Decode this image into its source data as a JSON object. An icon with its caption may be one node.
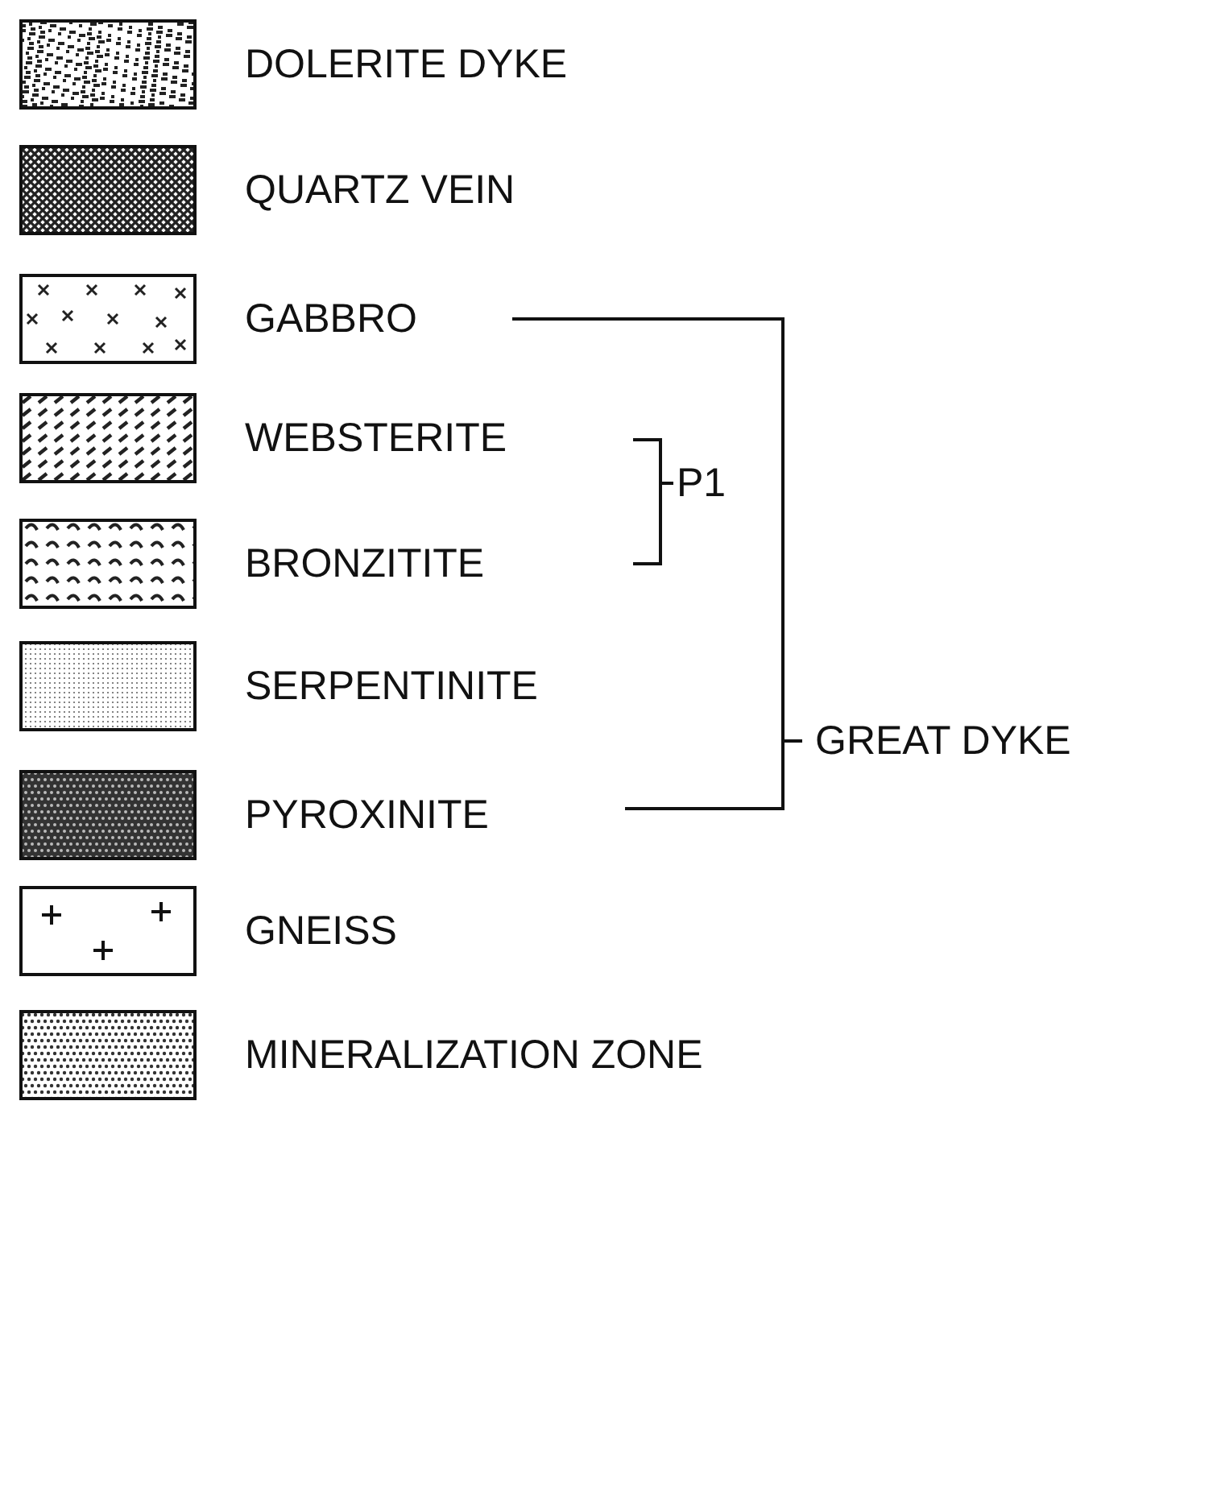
{
  "diagram": {
    "labels": [
      "P1",
      "GREAT DYKE"
    ],
    "legend": [
      {
        "text": "DOLERITE DYKE"
      },
      {
        "text": "QUARTZ VEIN"
      },
      {
        "text": "GABBRO"
      },
      {
        "text": "WEBSTERITE"
      },
      {
        "text": "BRONZITITE"
      },
      {
        "text": "SERPENTINITE"
      },
      {
        "text": "PYROXINITE"
      },
      {
        "text": "GNEISS"
      },
      {
        "text": "MINERALIZATION ZONE"
      }
    ]
  }
}
